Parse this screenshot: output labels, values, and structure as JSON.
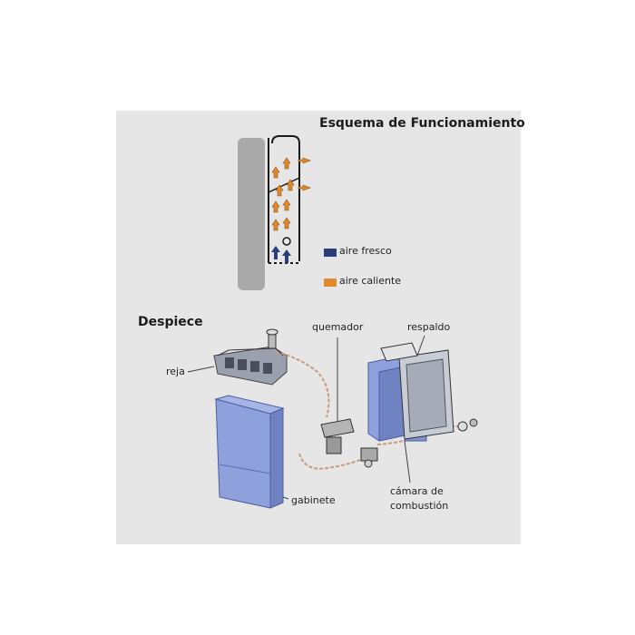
{
  "diagram": {
    "title": "Esquema de Funcionamiento",
    "section_label": "Despiece",
    "legend": [
      {
        "label": "aire fresco",
        "color": "#2a3f7a"
      },
      {
        "label": "aire caliente",
        "color": "#e08a2c"
      }
    ],
    "parts": {
      "reja": "reja",
      "quemador": "quemador",
      "respaldo": "respaldo",
      "gabinete": "gabinete",
      "camara_line1": "cámara de",
      "camara_line2": "combustión"
    },
    "colors": {
      "cabinet_blue": "#8ea1dd",
      "cabinet_dark": "#6f82c2",
      "wall_gray": "#a9a9a9",
      "hot_arrow": "#e08a2c",
      "cold_arrow": "#2a3f7a",
      "pipe": "#c89a80"
    }
  }
}
